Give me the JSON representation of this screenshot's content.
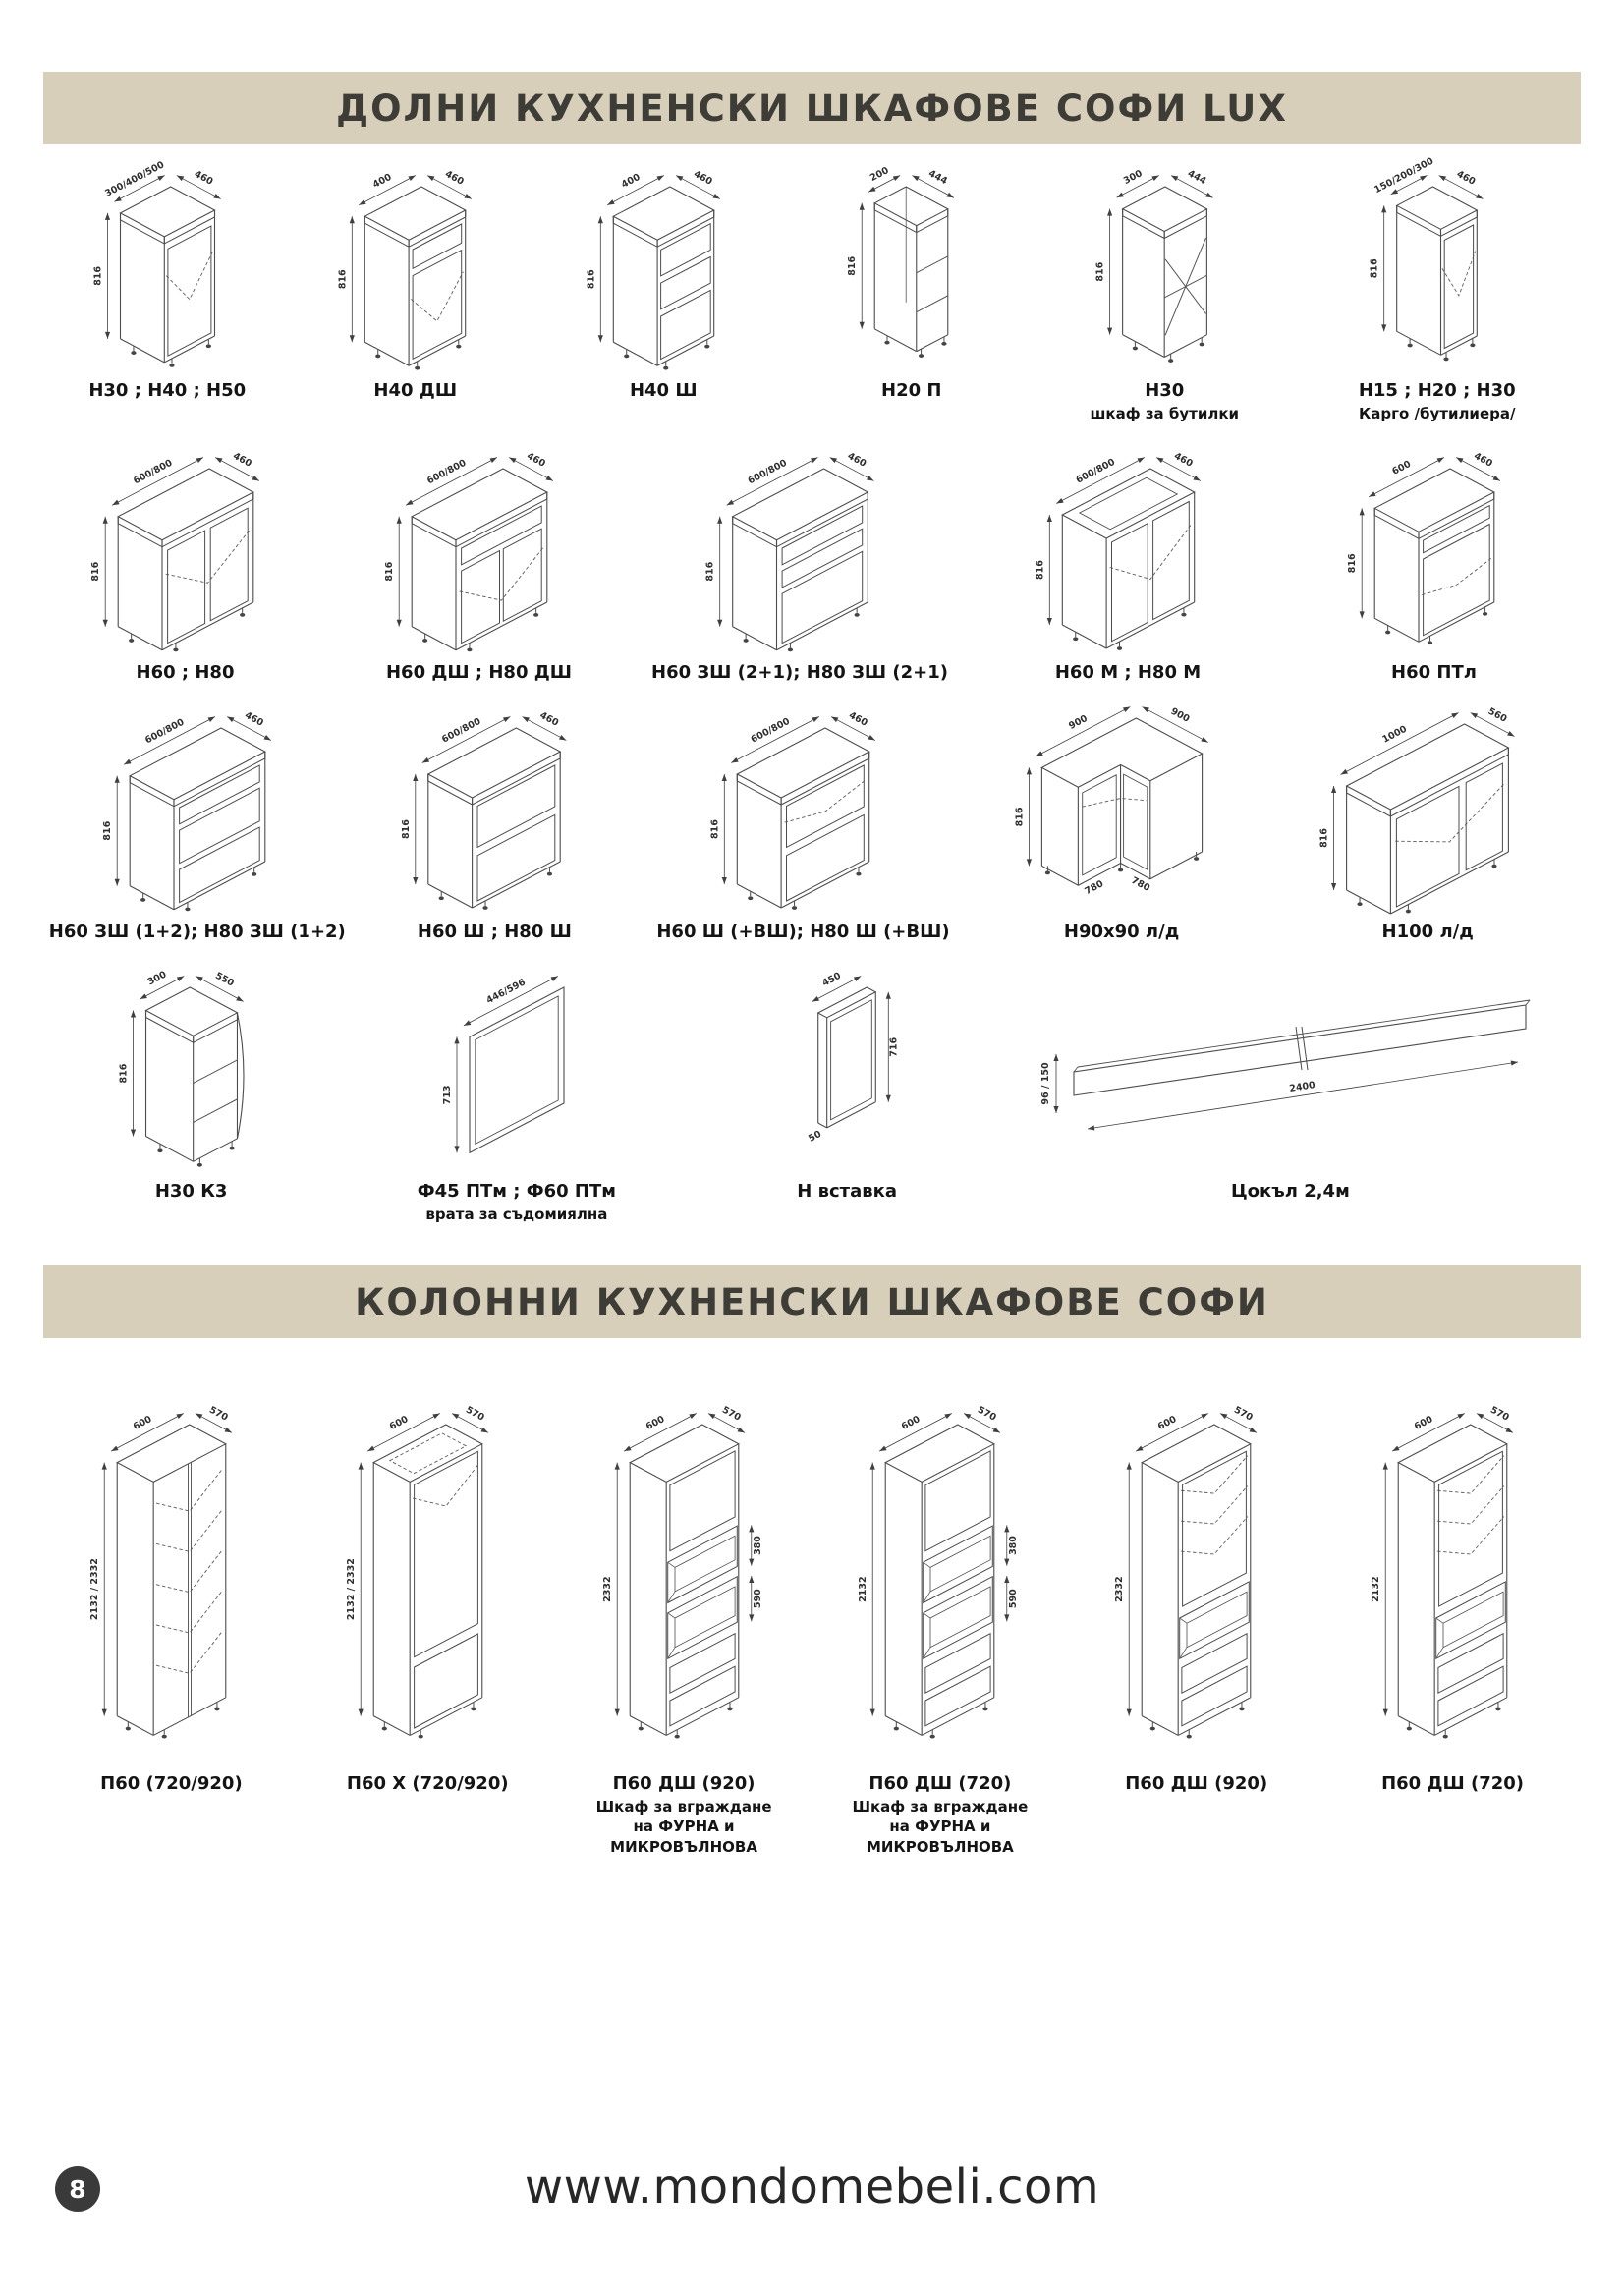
{
  "sections": [
    {
      "title": "ДОЛНИ КУХНЕНСКИ ШКАФОВЕ СОФИ LUX",
      "rows": [
        [
          {
            "label": "Н30 ; Н40 ; Н50",
            "type": "door",
            "dims": {
              "w": "300/400/500",
              "d": "460",
              "h": "816"
            }
          },
          {
            "label": "Н40 ДШ",
            "type": "dsh",
            "dims": {
              "w": "400",
              "d": "460",
              "h": "816"
            }
          },
          {
            "label": "Н40 Ш",
            "type": "drawers3",
            "dims": {
              "w": "400",
              "d": "460",
              "h": "816"
            }
          },
          {
            "label": "Н20 П",
            "type": "open",
            "dims": {
              "w": "200",
              "d": "444",
              "h": "816"
            }
          },
          {
            "label": "Н30",
            "sub": "шкаф за бутилки",
            "type": "xrack",
            "dims": {
              "w": "300",
              "d": "444",
              "h": "816"
            }
          },
          {
            "label": "Н15 ; Н20 ; Н30",
            "sub": "Карго /бутилиера/",
            "type": "cargo",
            "dims": {
              "w": "150/200/300",
              "d": "460",
              "h": "816"
            }
          }
        ],
        [
          {
            "label": "Н60 ; Н80",
            "type": "door2",
            "dims": {
              "w": "600/800",
              "d": "460",
              "h": "816"
            }
          },
          {
            "label": "Н60 ДШ ; Н80 ДШ",
            "type": "dsh2",
            "dims": {
              "w": "600/800",
              "d": "460",
              "h": "816"
            }
          },
          {
            "label": "Н60 ЗШ (2+1); Н80 ЗШ (2+1)",
            "type": "drawers21",
            "dims": {
              "w": "600/800",
              "d": "460",
              "h": "816"
            }
          },
          {
            "label": "Н60 М ; Н80 М",
            "type": "sink",
            "dims": {
              "w": "600/800",
              "d": "460",
              "h": "816"
            }
          },
          {
            "label": "Н60 ПТл",
            "type": "oven",
            "dims": {
              "w": "600",
              "d": "460",
              "h": "816"
            }
          }
        ],
        [
          {
            "label": "Н60 ЗШ (1+2); Н80 ЗШ (1+2)",
            "type": "drawers12",
            "dims": {
              "w": "600/800",
              "d": "460",
              "h": "816"
            }
          },
          {
            "label": "Н60 Ш ; Н80 Ш",
            "type": "drawers2",
            "dims": {
              "w": "600/800",
              "d": "460",
              "h": "816"
            }
          },
          {
            "label": "Н60 Ш (+ВШ); Н80 Ш (+ВШ)",
            "type": "drawers2v",
            "dims": {
              "w": "600/800",
              "d": "460",
              "h": "816"
            }
          },
          {
            "label": "Н90х90 л/д",
            "type": "corner",
            "dims": {
              "w": "900",
              "d": "900",
              "h": "816",
              "b1": "780",
              "b2": "780"
            }
          },
          {
            "label": "Н100 л/д",
            "type": "wide",
            "dims": {
              "w": "1000",
              "d": "560",
              "h": "816"
            }
          }
        ],
        [
          {
            "label": "Н30 К3",
            "type": "endshelf",
            "dims": {
              "w": "300",
              "d": "550",
              "h": "816"
            }
          },
          {
            "label": "Ф45 ПТм ; Ф60 ПТм",
            "sub": "врата за съдомиялна",
            "type": "panel",
            "dims": {
              "w": "446/596",
              "h": "713"
            }
          },
          {
            "label": "Н вставка",
            "type": "insert",
            "dims": {
              "w": "450",
              "d": "50",
              "h": "716"
            }
          },
          {
            "label": "Цокъл 2,4м",
            "type": "plinth",
            "dims": {
              "w": "2400",
              "h": "96 / 150"
            }
          }
        ]
      ]
    },
    {
      "title": "КОЛОННИ КУХНЕНСКИ ШКАФОВЕ СОФИ",
      "rows": [
        [
          {
            "label": "П60 (720/920)",
            "type": "tallshelves",
            "dims": {
              "w": "600",
              "d": "570",
              "h": "2132 / 2332"
            }
          },
          {
            "label": "П60 Х (720/920)",
            "type": "talldoor",
            "dims": {
              "w": "600",
              "d": "570",
              "h": "2132 / 2332"
            }
          },
          {
            "label": "П60 ДШ (920)",
            "sub": "Шкаф за вграждане\nна ФУРНА и\nМИКРОВЪЛНОВА",
            "type": "tallovenmw",
            "dims": {
              "w": "600",
              "d": "570",
              "h": "2332",
              "n1": "380",
              "n2": "590"
            }
          },
          {
            "label": "П60 ДШ (720)",
            "sub": "Шкаф за вграждане\nна ФУРНА и\nМИКРОВЪЛНОВА",
            "type": "tallovenmw",
            "dims": {
              "w": "600",
              "d": "570",
              "h": "2132",
              "n1": "380",
              "n2": "590"
            }
          },
          {
            "label": "П60 ДШ (920)",
            "type": "talldsh",
            "dims": {
              "w": "600",
              "d": "570",
              "h": "2332"
            }
          },
          {
            "label": "П60 ДШ (720)",
            "type": "talldsh",
            "dims": {
              "w": "600",
              "d": "570",
              "h": "2132"
            }
          }
        ]
      ]
    }
  ],
  "footer": {
    "page_number": "8",
    "website": "www.mondomebeli.com"
  }
}
